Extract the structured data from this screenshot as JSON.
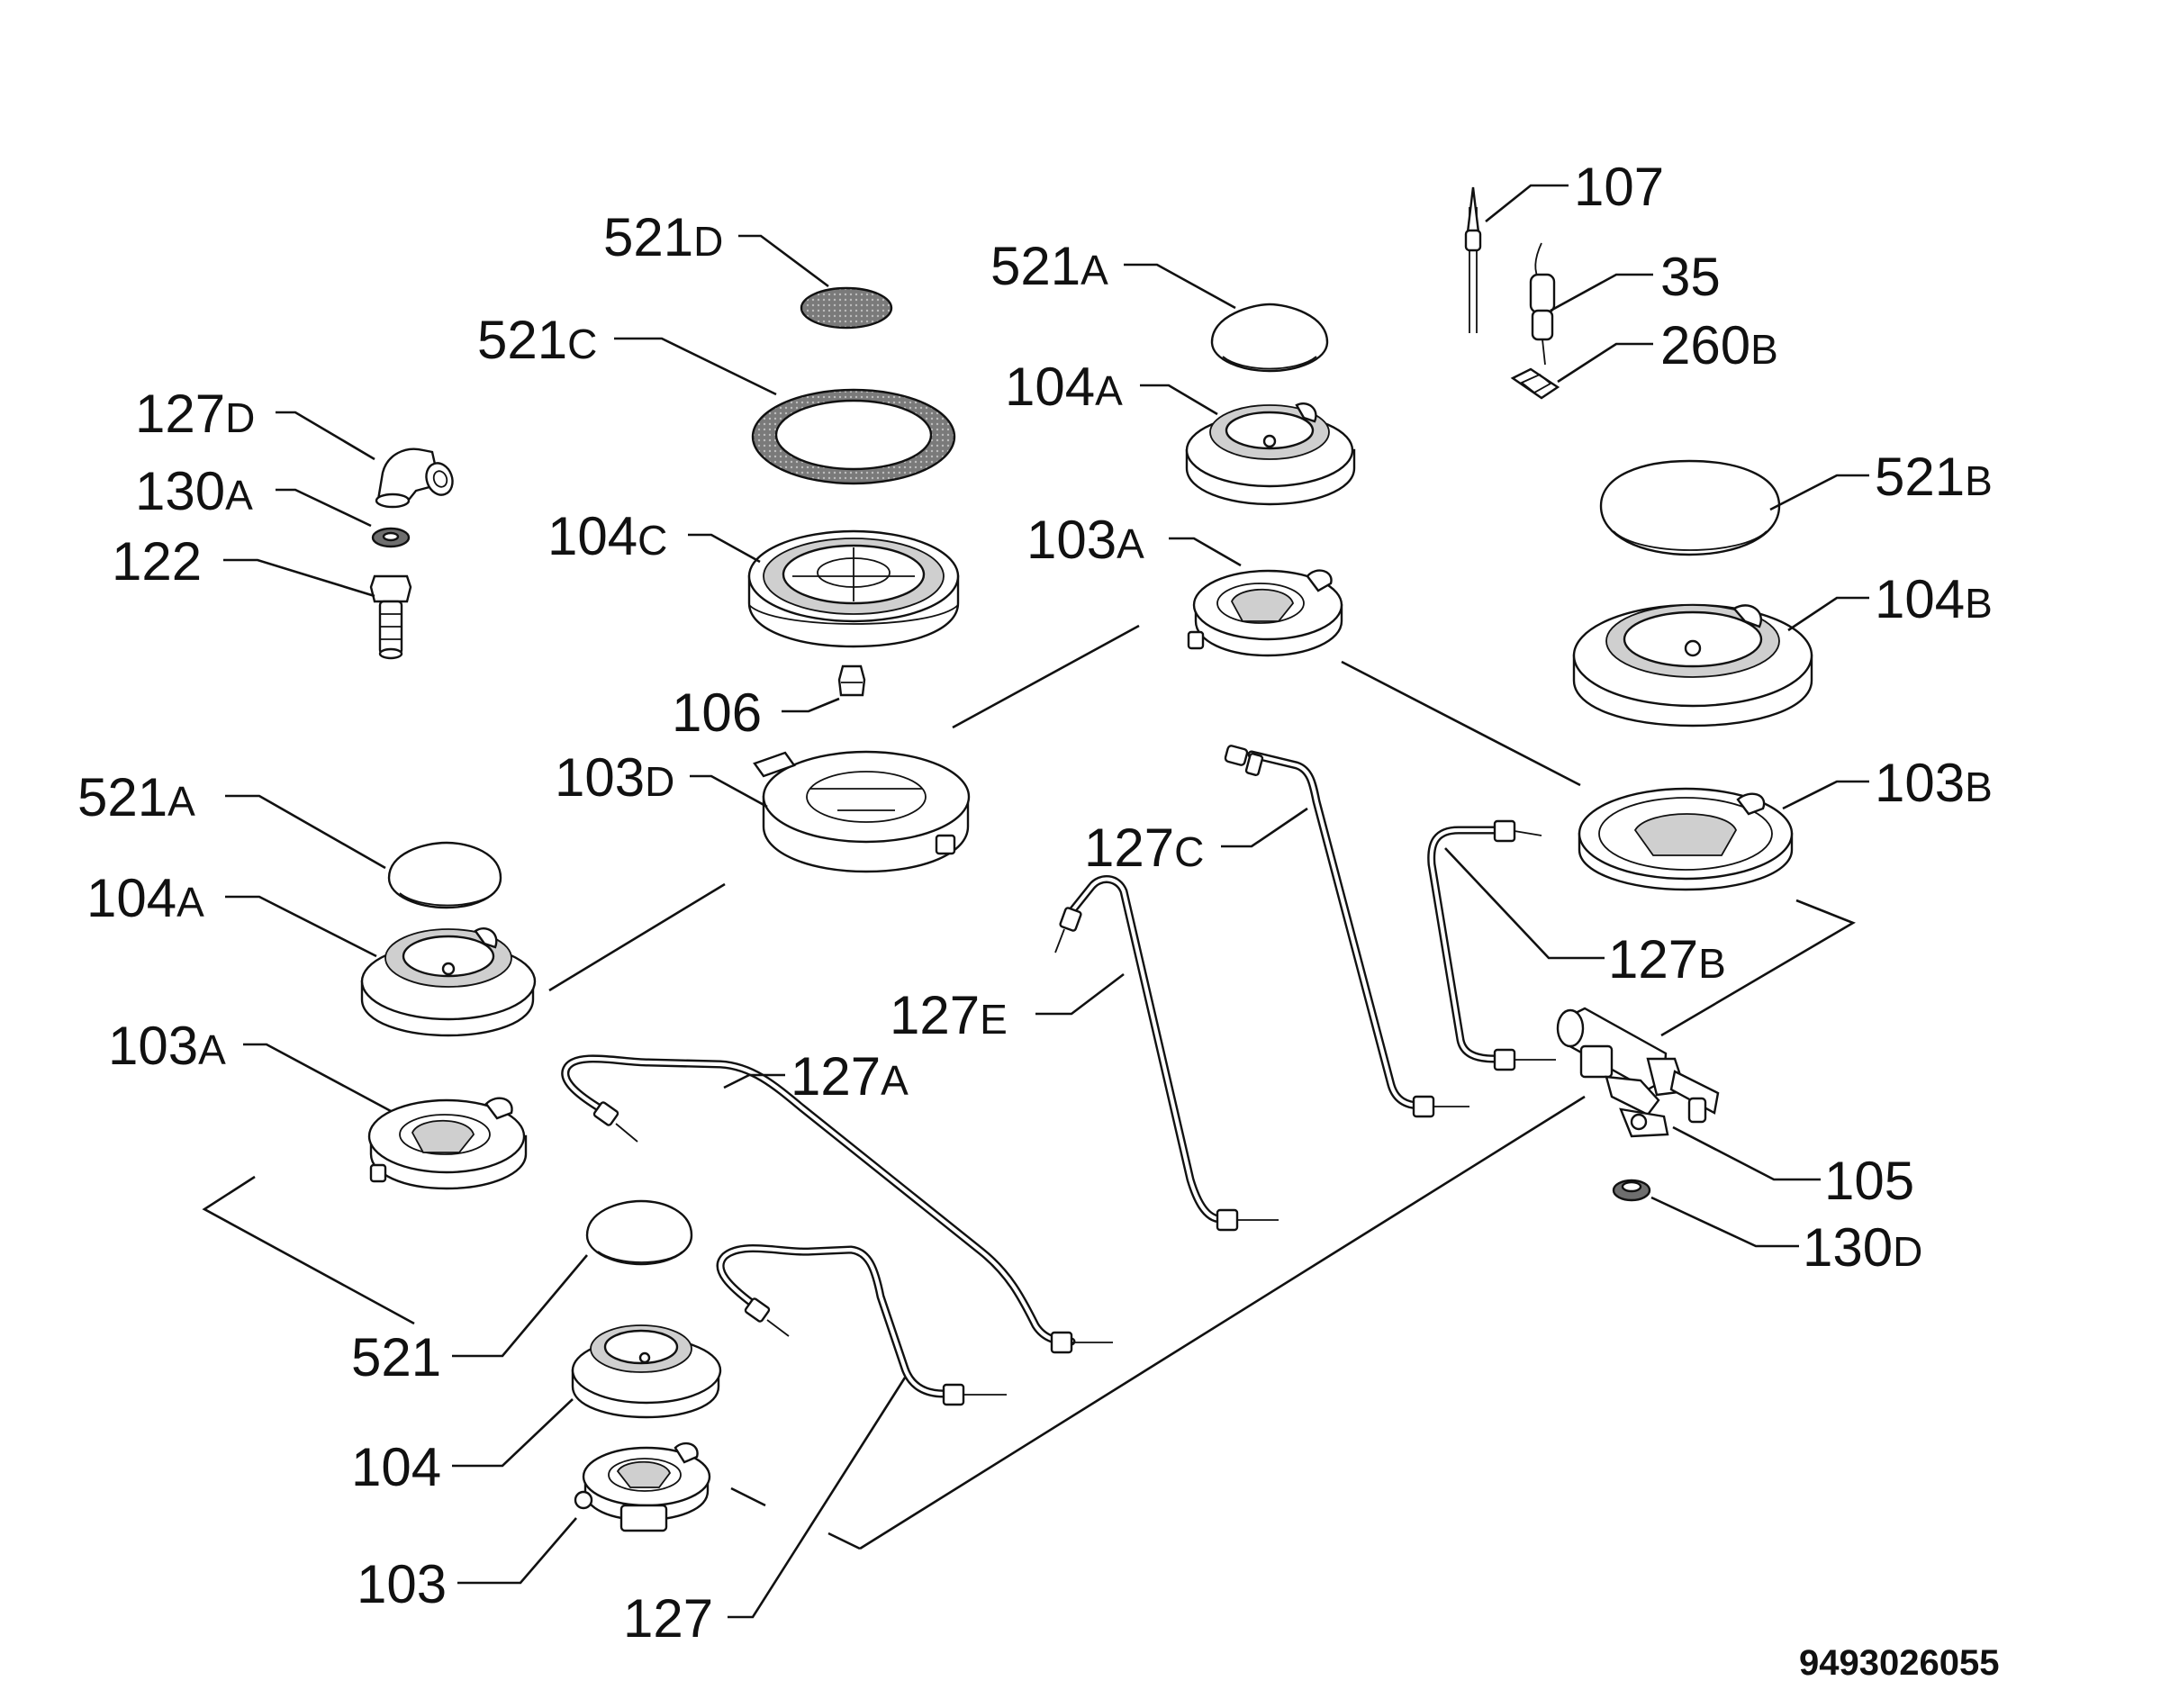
{
  "labels": {
    "l_107": {
      "num": "107",
      "suffix": ""
    },
    "l_35": {
      "num": "35",
      "suffix": ""
    },
    "l_260b": {
      "num": "260",
      "suffix": "B"
    },
    "l_521d": {
      "num": "521",
      "suffix": "D"
    },
    "l_521c": {
      "num": "521",
      "suffix": "C"
    },
    "l_521a_top": {
      "num": "521",
      "suffix": "A"
    },
    "l_104a_top": {
      "num": "104",
      "suffix": "A"
    },
    "l_127d": {
      "num": "127",
      "suffix": "D"
    },
    "l_130a": {
      "num": "130",
      "suffix": "A"
    },
    "l_122": {
      "num": "122",
      "suffix": ""
    },
    "l_104c": {
      "num": "104",
      "suffix": "C"
    },
    "l_103a_top": {
      "num": "103",
      "suffix": "A"
    },
    "l_521b": {
      "num": "521",
      "suffix": "B"
    },
    "l_104b": {
      "num": "104",
      "suffix": "B"
    },
    "l_106": {
      "num": "106",
      "suffix": ""
    },
    "l_103d": {
      "num": "103",
      "suffix": "D"
    },
    "l_103b": {
      "num": "103",
      "suffix": "B"
    },
    "l_521a_left": {
      "num": "521",
      "suffix": "A"
    },
    "l_127c": {
      "num": "127",
      "suffix": "C"
    },
    "l_104a_left": {
      "num": "104",
      "suffix": "A"
    },
    "l_127b": {
      "num": "127",
      "suffix": "B"
    },
    "l_127e": {
      "num": "127",
      "suffix": "E"
    },
    "l_103a_left": {
      "num": "103",
      "suffix": "A"
    },
    "l_127a": {
      "num": "127",
      "suffix": "A"
    },
    "l_105": {
      "num": "105",
      "suffix": ""
    },
    "l_130d": {
      "num": "130",
      "suffix": "D"
    },
    "l_521": {
      "num": "521",
      "suffix": ""
    },
    "l_104": {
      "num": "104",
      "suffix": ""
    },
    "l_103": {
      "num": "103",
      "suffix": ""
    },
    "l_127": {
      "num": "127",
      "suffix": ""
    }
  },
  "document_number": "9493026055"
}
